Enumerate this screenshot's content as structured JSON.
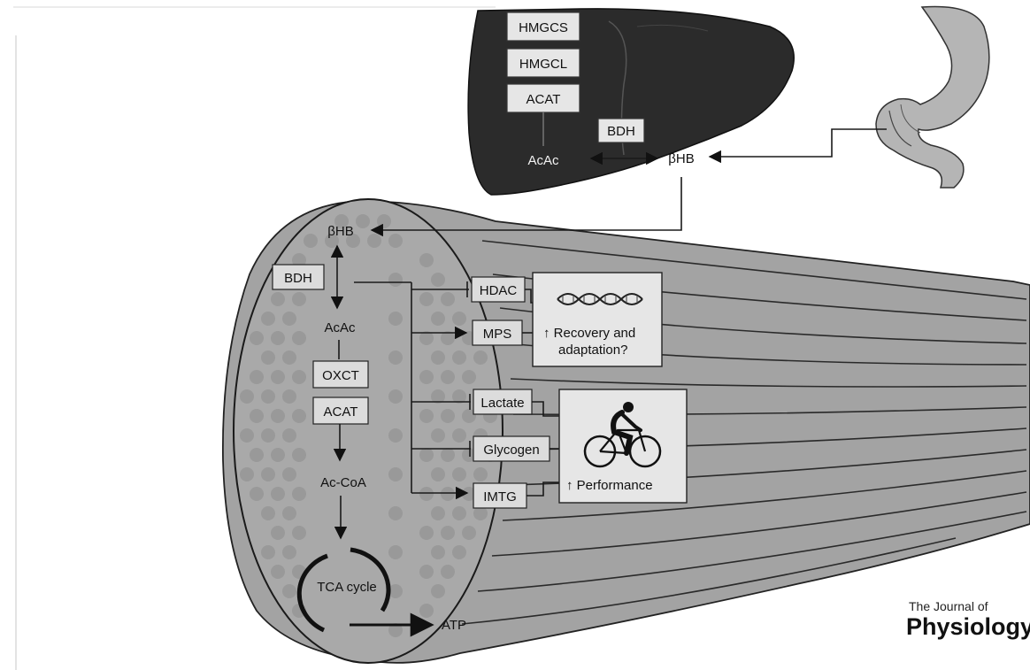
{
  "liver": {
    "enzymes": [
      "HMGCS",
      "HMGCL",
      "ACAT"
    ],
    "bdh": "BDH",
    "acac": "AcAc",
    "bhb": "βHB"
  },
  "muscle": {
    "bhb": "βHB",
    "bdh": "BDH",
    "acac": "AcAc",
    "oxct": "OXCT",
    "acat": "ACAT",
    "acoa": "Ac-CoA",
    "tca": "TCA cycle",
    "atp": "ATP",
    "targets": [
      "HDAC",
      "MPS",
      "Lactate",
      "Glycogen",
      "IMTG"
    ]
  },
  "outcomes": {
    "recovery": [
      "↑ Recovery and",
      "adaptation?"
    ],
    "performance": "↑ Performance"
  },
  "journal": {
    "line1": "The Journal of",
    "line2": "Physiology"
  },
  "colors": {
    "liver": "#2b2b2b",
    "muscle": "#a3a3a3",
    "gut": "#b5b5b5",
    "dots": "#8c8c8c"
  },
  "icons": [
    "dna-icon",
    "cyclist-icon"
  ]
}
